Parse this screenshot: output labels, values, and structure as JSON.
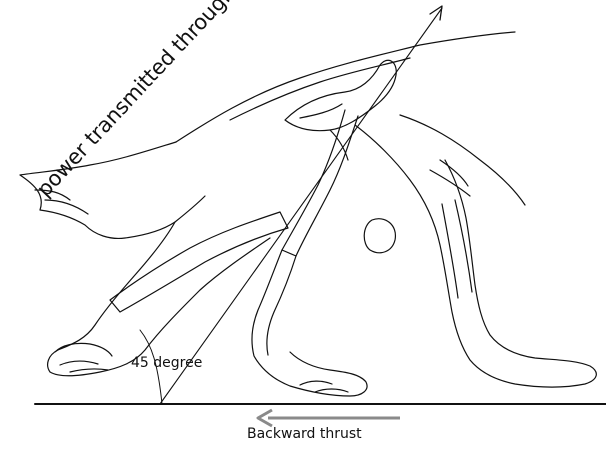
{
  "diagram": {
    "diagonal_label": "power transmitted through hipjoint...",
    "angle_label": "45 degree",
    "thrust_label": "Backward thrust",
    "colors": {
      "line": "#111111",
      "thrust_arrow": "#8a8a8a",
      "background": "#ffffff"
    },
    "icons": [
      "diagonal-arrow-icon",
      "backward-arrow-icon",
      "angle-arc-icon"
    ]
  }
}
